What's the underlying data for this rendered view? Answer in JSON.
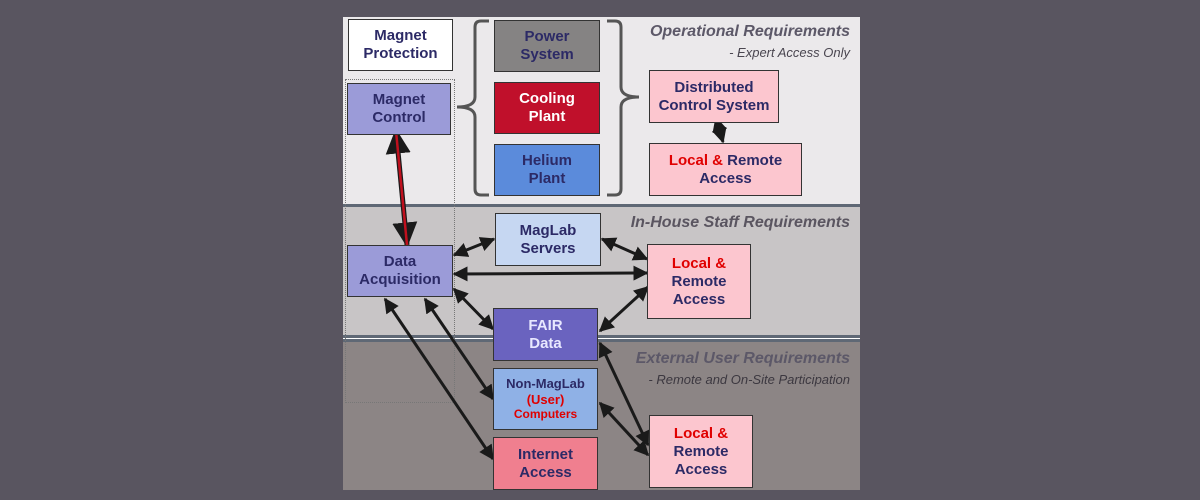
{
  "sections": {
    "operational": {
      "title": "Operational Requirements",
      "subtitle": "- Expert Access Only"
    },
    "inhouse": {
      "title": "In-House Staff Requirements"
    },
    "external": {
      "title": "External User Requirements",
      "subtitle": "- Remote and On-Site Participation"
    }
  },
  "boxes": {
    "magnet_protection": {
      "line1": "Magnet",
      "line2": "Protection"
    },
    "power_system": {
      "line1": "Power",
      "line2": "System"
    },
    "cooling_plant": {
      "line1": "Cooling",
      "line2": "Plant"
    },
    "helium_plant": {
      "line1": "Helium",
      "line2": "Plant"
    },
    "magnet_control": {
      "line1": "Magnet",
      "line2": "Control"
    },
    "distributed_control": {
      "line1": "Distributed",
      "line2": "Control System"
    },
    "local_remote_op": {
      "part1": "Local &",
      "part2": "Remote",
      "line2": "Access"
    },
    "maglab_servers": {
      "line1": "MagLab",
      "line2": "Servers"
    },
    "data_acquisition": {
      "line1": "Data",
      "line2": "Acquisition"
    },
    "local_remote_inhouse": {
      "line1": "Local &",
      "line2": "Remote",
      "line3": "Access"
    },
    "fair_data": {
      "line1": "FAIR",
      "line2": "Data"
    },
    "nonmaglab_computers": {
      "line1": "Non-MagLab",
      "line2": "(User)",
      "line3": "Computers"
    },
    "internet_access": {
      "line1": "Internet",
      "line2": "Access"
    },
    "local_remote_ext": {
      "line1": "Local &",
      "line2": "Remote",
      "line3": "Access"
    }
  },
  "colors": {
    "power_system": "#858383",
    "cooling_plant": "#c0102b",
    "helium_plant": "#5b8bdb",
    "magnet_control": "#9b9bd8",
    "data_acquisition": "#9b9bd8",
    "maglab_servers": "#c6d7f2",
    "fair_data": "#6a63bf",
    "nonmaglab_computers": "#8fb1e6",
    "internet_access": "#f07f8f",
    "pink": "#fcc6cf",
    "red_arrow": "#c0101e"
  }
}
